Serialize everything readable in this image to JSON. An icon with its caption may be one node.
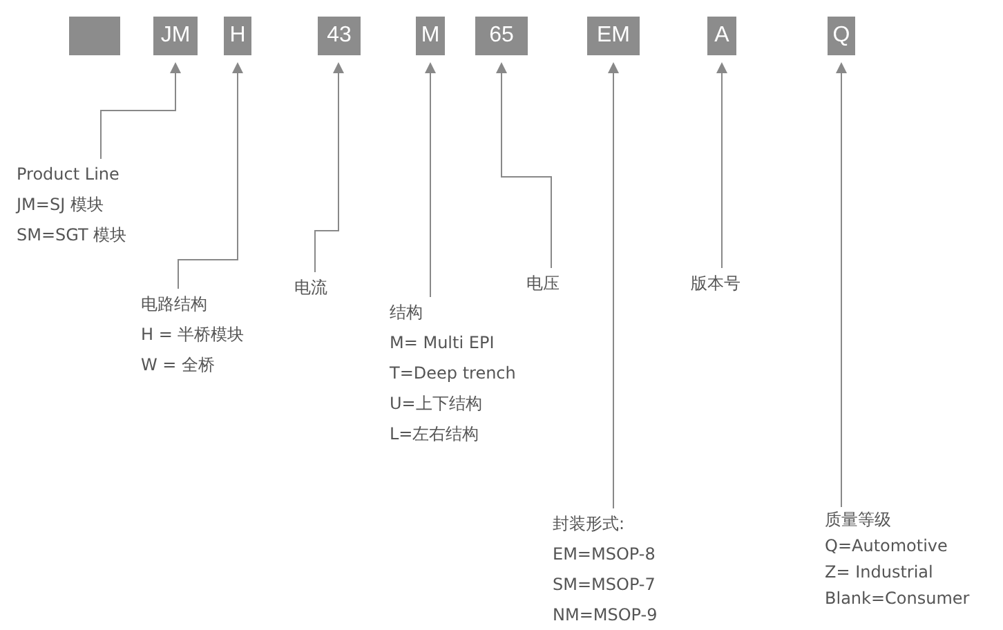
{
  "diagram": {
    "nodes": [
      {
        "text": [],
        "shape": "box"
      },
      {
        "text": [
          "JM"
        ]
      },
      {
        "text": [
          "H"
        ]
      },
      {
        "text": [
          "43"
        ]
      },
      {
        "text": [
          "M"
        ]
      },
      {
        "text": [
          "65"
        ]
      },
      {
        "text": [
          "EM"
        ]
      },
      {
        "text": [
          "A"
        ]
      },
      {
        "text": [
          "Q"
        ]
      },
      {
        "text": [
          "Product Line",
          "JM=SJ 模块",
          "SM=SGT 模块"
        ]
      },
      {
        "text": [
          "电路结构",
          "H = 半桥模块",
          "W = 全桥"
        ]
      },
      {
        "text": [
          "电流"
        ]
      },
      {
        "text": [
          "结构",
          "M= Multi EPI",
          "T=Deep trench",
          "U=上下结构",
          "L=左右结构"
        ]
      },
      {
        "text": [
          "电压"
        ]
      },
      {
        "text": [
          "版本号"
        ]
      },
      {
        "text": [
          "封装形式:",
          "EM=MSOP-8",
          "SM=MSOP-7",
          "NM=MSOP-9"
        ]
      },
      {
        "text": [
          "质量等级",
          "Q=Automotive",
          "Z= Industrial",
          "Blank=Consumer"
        ]
      }
    ],
    "edges": [
      {
        "from": 9,
        "to": 1,
        "arrow": "to"
      },
      {
        "from": 10,
        "to": 2,
        "arrow": "to"
      },
      {
        "from": 11,
        "to": 3,
        "arrow": "to"
      },
      {
        "from": 12,
        "to": 4,
        "arrow": "to"
      },
      {
        "from": 13,
        "to": 5,
        "arrow": "to"
      },
      {
        "from": 15,
        "to": 6,
        "arrow": "to"
      },
      {
        "from": 14,
        "to": 7,
        "arrow": "to"
      },
      {
        "from": 16,
        "to": 8,
        "arrow": "to"
      }
    ]
  }
}
